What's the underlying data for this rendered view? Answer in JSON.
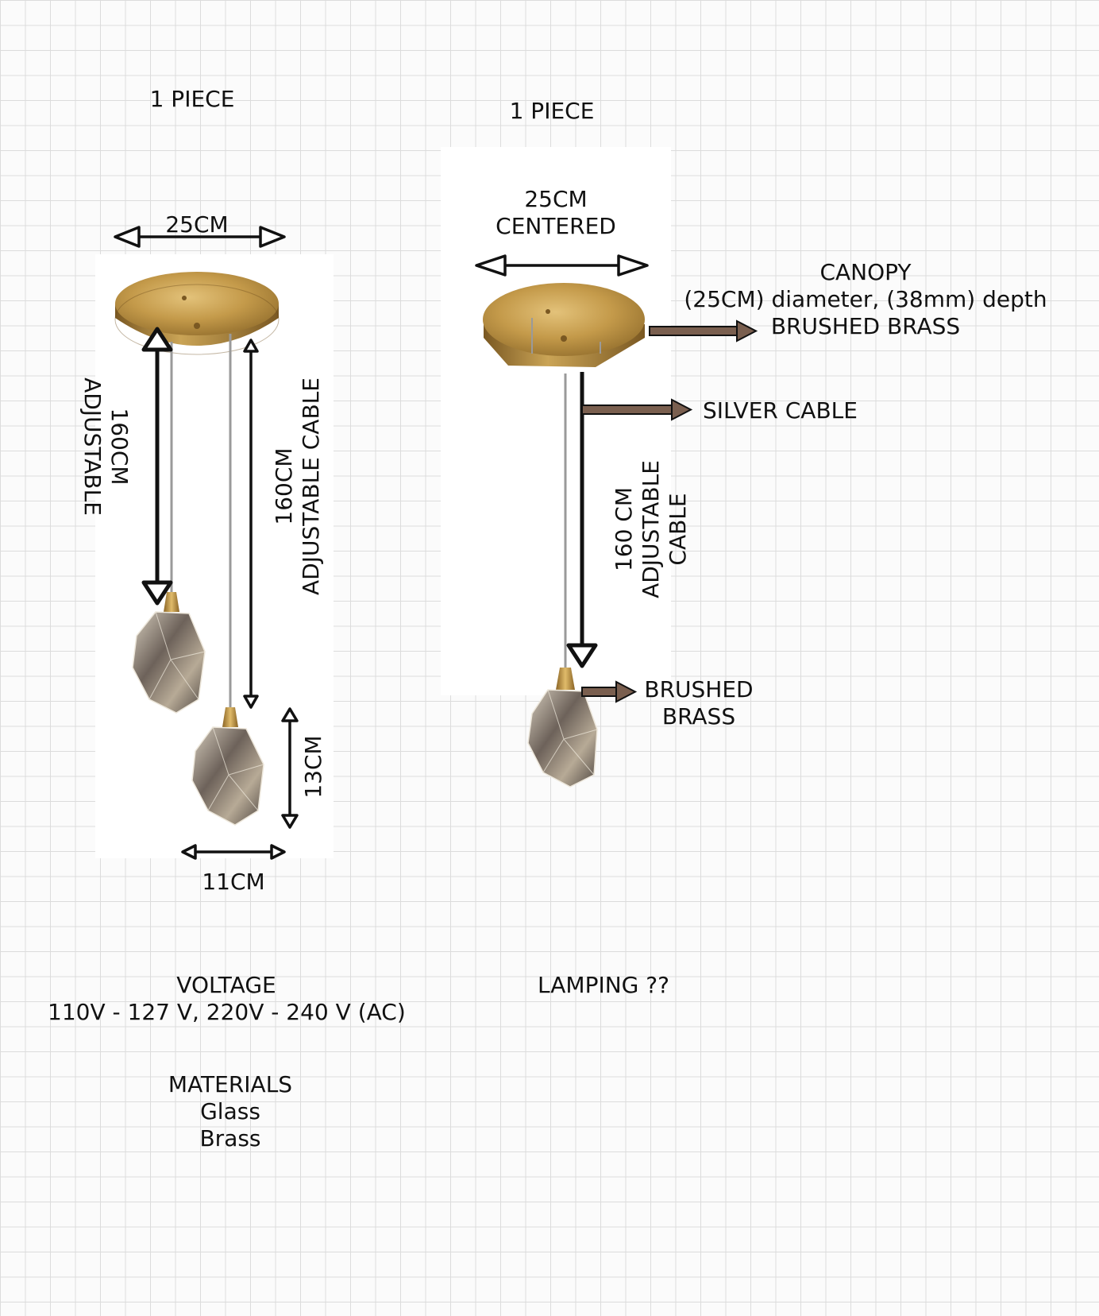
{
  "left": {
    "title": "1 PIECE",
    "width_label": "25CM",
    "cable_left": {
      "line1": "160CM",
      "line2": "ADJUSTABLE"
    },
    "cable_right": {
      "line1": "160CM",
      "line2": "ADJUSTABLE CABLE"
    },
    "pendant_height": "13CM",
    "pendant_width": "11CM",
    "voltage": {
      "title": "VOLTAGE",
      "value": "110V - 127 V, 220V - 240 V (AC)"
    },
    "materials": {
      "title": "MATERIALS",
      "items": [
        "Glass",
        "Brass"
      ]
    }
  },
  "right": {
    "title": "1 PIECE",
    "width_label": {
      "line1": "25CM",
      "line2": "CENTERED"
    },
    "canopy": {
      "title": "CANOPY",
      "spec": "(25CM) diameter, (38mm) depth",
      "finish": "BRUSHED BRASS"
    },
    "cable": "SILVER CABLE",
    "cable_length": {
      "line1": "160 CM",
      "line2": "ADJUSTABLE",
      "line3": "CABLE"
    },
    "socket": {
      "line1": "BRUSHED",
      "line2": "BRASS"
    },
    "lamping": "LAMPING ??"
  },
  "colors": {
    "brass": "#b8903f",
    "callout_arrow": "#7a5f4f",
    "cable": "#9a9a9a"
  }
}
